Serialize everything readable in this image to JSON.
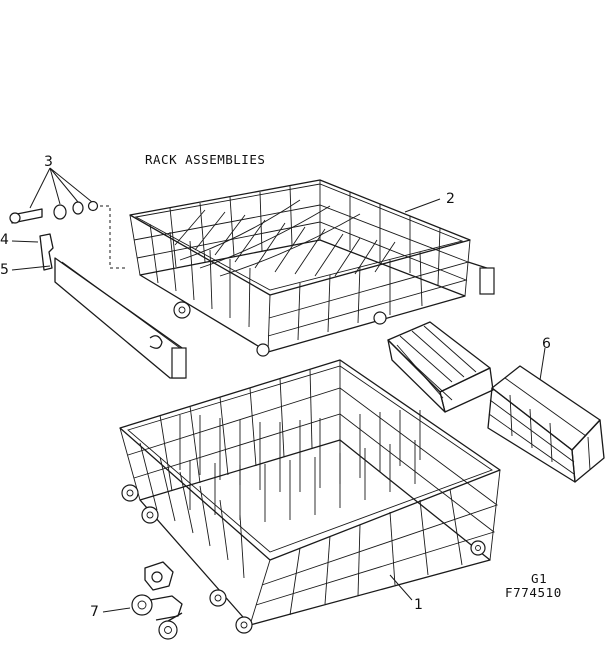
{
  "title": "RACK ASSEMBLIES",
  "callouts": {
    "c1": "1",
    "c2": "2",
    "c3": "3",
    "c4": "4",
    "c5": "5",
    "c6": "6",
    "c7": "7"
  },
  "figure_code": {
    "line1": "G1",
    "line2": "F774510"
  }
}
